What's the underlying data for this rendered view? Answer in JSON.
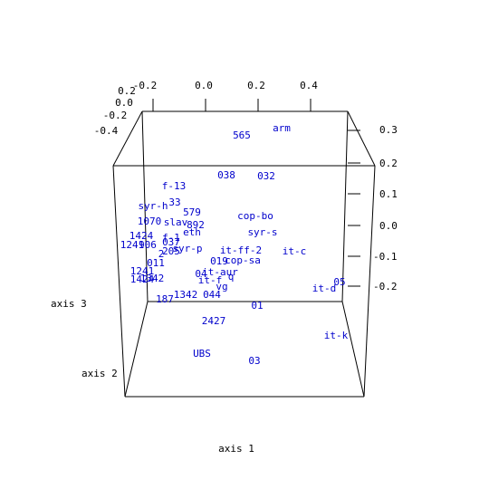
{
  "chart_data": {
    "type": "scatter",
    "title": "",
    "axis_labels": {
      "axis1": "axis 1",
      "axis2": "axis 2",
      "axis3": "axis 3"
    },
    "ticks": {
      "axis1": [
        "-0.2",
        "0.0",
        "0.2",
        "0.4"
      ],
      "axis2": [
        "0.2",
        "0.0",
        "-0.2",
        "-0.4"
      ],
      "axis3": [
        "0.3",
        "0.2",
        "0.1",
        "0.0",
        "-0.1",
        "-0.2"
      ]
    },
    "point_color": "#0000cc",
    "points": [
      "arm",
      "565",
      "038",
      "032",
      "f-13",
      "33",
      "syr-h",
      "579",
      "cop-bo",
      "1070",
      "slav",
      "892",
      "1424",
      "f-1",
      "eth",
      "syr-s",
      "1241",
      "906",
      "037",
      "syr-p",
      "it-ff-2",
      "it-c",
      "2",
      "205",
      "019",
      "cop-sa",
      "011",
      "1241",
      "1424",
      "1342",
      "04",
      "it-aur",
      "it-f",
      "q",
      "05",
      "it-d",
      "vg",
      "187",
      "1342",
      "044",
      "01",
      "2427",
      "it-k",
      "UBS",
      "03"
    ]
  }
}
